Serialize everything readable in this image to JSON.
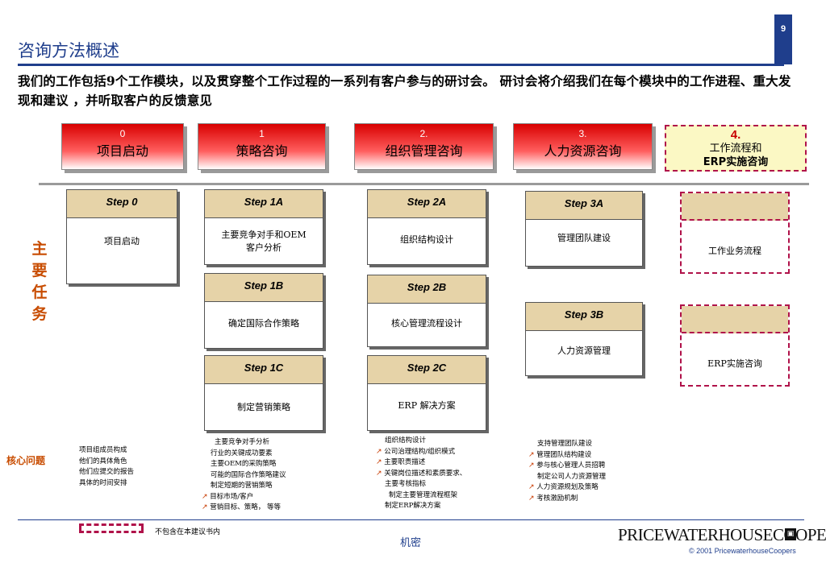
{
  "page_number": "9",
  "title": "咨询方法概述",
  "intro": "我们的工作包括9个工作模块，以及贯穿整个工作过程的一系列有客户参与的研讨会。  研讨会将介绍我们在每个模块中的工作进程、重大发现和建议 ，并听取客户的反馈意见",
  "phases": [
    {
      "num": "0",
      "name": "项目启动"
    },
    {
      "num": "1",
      "name": "策略咨询"
    },
    {
      "num": "2.",
      "name": "组织管理咨询"
    },
    {
      "num": "3.",
      "name": "人力资源咨询"
    },
    {
      "num": "4.",
      "name_line1": "工作流程和",
      "name_line2": "ERP实施咨询"
    }
  ],
  "side_label": [
    "主",
    "要",
    "任",
    "务"
  ],
  "steps": {
    "s0": {
      "head": "Step 0",
      "body": "项目启动"
    },
    "s1a": {
      "head": "Step 1A",
      "body_line1": "主要竞争对手和OEM",
      "body_line2": "客户分析"
    },
    "s1b": {
      "head": "Step 1B",
      "body": "确定国际合作策略"
    },
    "s1c": {
      "head": "Step 1C",
      "body": "制定营销策略"
    },
    "s2a": {
      "head": "Step 2A",
      "body": "组织结构设计"
    },
    "s2b": {
      "head": "Step 2B",
      "body": "核心管理流程设计"
    },
    "s2c": {
      "head": "Step 2C",
      "body": "ERP 解决方案"
    },
    "s3a": {
      "head": "Step 3A",
      "body": "管理团队建设"
    },
    "s3b": {
      "head": "Step 3B",
      "body": "人力资源管理"
    },
    "s4a": {
      "body": "工作业务流程"
    },
    "s4b": {
      "body": "ERP实施咨询"
    }
  },
  "core_label": "核心问题",
  "notes": {
    "col0": [
      "项目组成员构成",
      "他们的具体角色",
      "他们应提交的报告",
      "具体的时间安排"
    ],
    "col1": [
      "主要竞争对手分析",
      "行业的关键成功要素",
      "主要OEM的采购策略",
      "可能的国际合作策略建议",
      "制定短期的营销策略",
      "目标市场/客户",
      "营销目标、策略， 等等"
    ],
    "col2": [
      "组织结构设计",
      "公司治理结构/组织模式",
      "主要职责描述",
      "关键岗位描述和素质要求、",
      "主要考核指标",
      "制定主要管理流程框架",
      "制定ERP解决方案"
    ],
    "col3": [
      "支持管理团队建设",
      "管理团队结构建设",
      "参与核心管理人员招聘",
      "制定公司人力资源管理",
      "人力资源规划及策略",
      "考核激励机制"
    ]
  },
  "legend_text": "不包含在本建议书内",
  "confidential": "机密",
  "logo_text": "PRICEWATERHOUSECOOPERS",
  "copyright": "© 2001 PricewaterhouseCoopers",
  "colors": {
    "brand_blue": "#1f3e8c",
    "phase_red": "#d80000",
    "step_tan": "#e6d3a8",
    "dash_crimson": "#b0124a",
    "accent_orange": "#c84c00"
  }
}
